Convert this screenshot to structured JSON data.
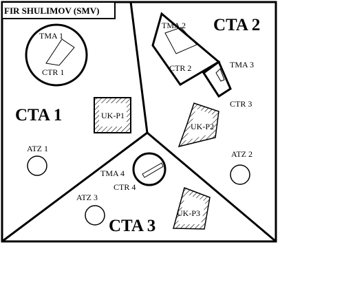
{
  "title": "FIR SHULIMOV (SMV)",
  "sectors": {
    "cta1": "CTA  1",
    "cta2": "CTA  2",
    "cta3": "CTA  3"
  },
  "tmas": {
    "tma1": "TMA 1",
    "tma2": "TMA 2",
    "tma3": "TMA 3",
    "tma4": "TMA 4"
  },
  "ctrs": {
    "ctr1": "CTR 1",
    "ctr2": "CTR 2",
    "ctr3": "CTR 3",
    "ctr4": "CTR 4"
  },
  "prohibited": {
    "p1": "UK-P1",
    "p2": "UK-P2",
    "p3": "UK-P3"
  },
  "atz": {
    "atz1": "ATZ 1",
    "atz2": "ATZ 2",
    "atz3": "ATZ 3"
  }
}
